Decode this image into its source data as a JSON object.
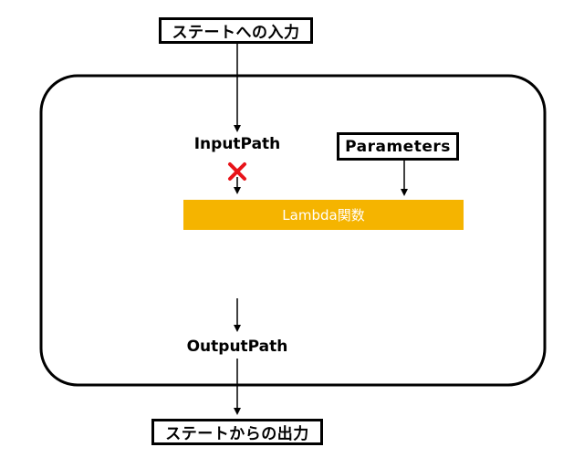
{
  "diagram": {
    "input_label": "ステートへの入力",
    "output_label": "ステートからの出力",
    "input_path_label": "InputPath",
    "parameters_label": "Parameters",
    "lambda_label": "Lambda関数",
    "output_path_label": "OutputPath",
    "blocked_marker_icon": "cross-icon",
    "colors": {
      "lambda_fill": "#f5b400",
      "cross": "#e8141a",
      "stroke": "#000000"
    }
  }
}
